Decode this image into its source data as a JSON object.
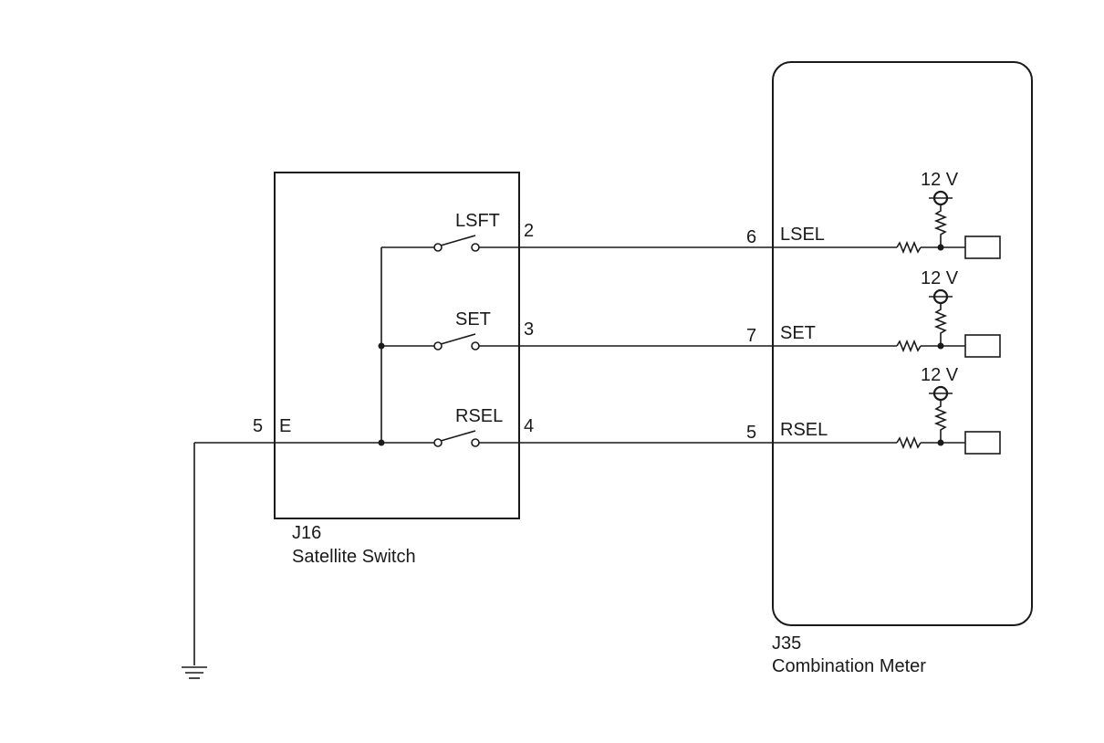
{
  "satellite_switch": {
    "connector": "J16",
    "name": "Satellite Switch",
    "ground_pin": "5",
    "ground_terminal": "E",
    "switches": [
      {
        "label": "LSFT",
        "pin": "2"
      },
      {
        "label": "SET",
        "pin": "3"
      },
      {
        "label": "RSEL",
        "pin": "4"
      }
    ]
  },
  "combination_meter": {
    "connector": "J35",
    "name": "Combination Meter",
    "inputs": [
      {
        "pin": "6",
        "label": "LSEL",
        "supply": "12 V"
      },
      {
        "pin": "7",
        "label": "SET",
        "supply": "12 V"
      },
      {
        "pin": "5",
        "label": "RSEL",
        "supply": "12 V"
      }
    ]
  }
}
